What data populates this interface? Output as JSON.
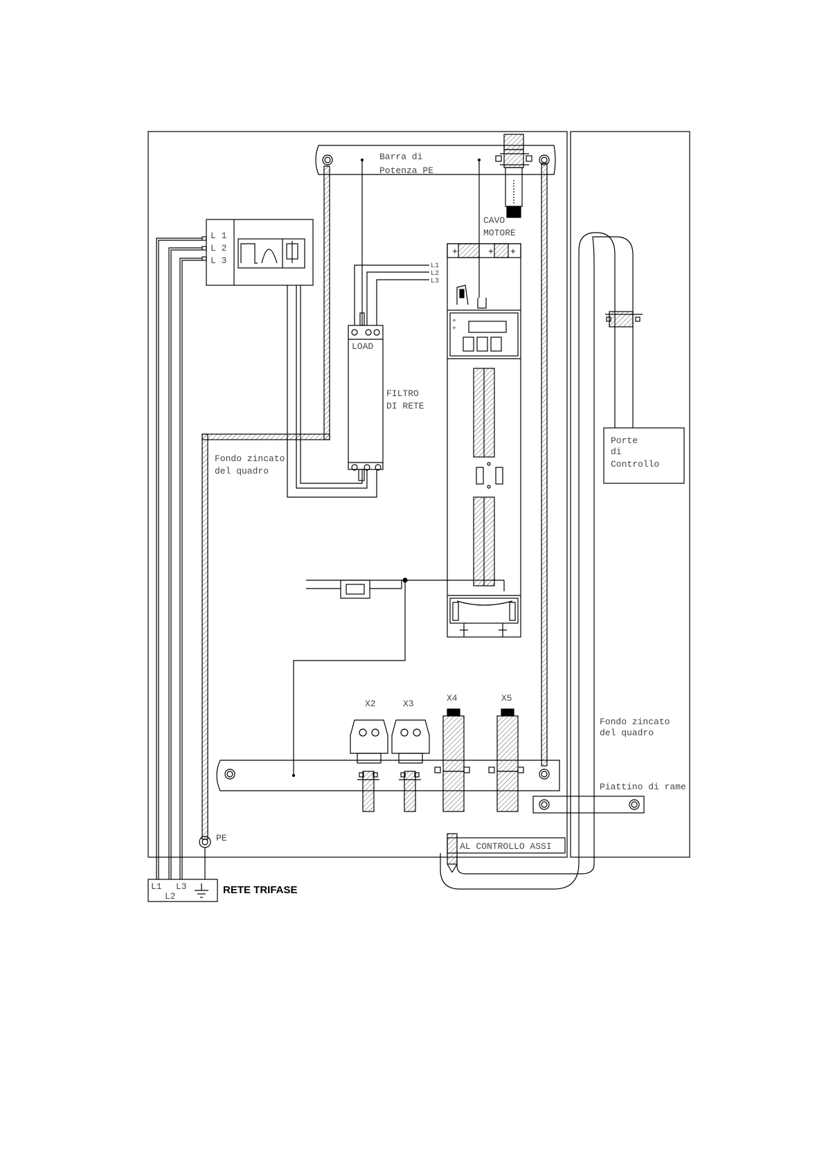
{
  "labels": {
    "barra_line1": "Barra di",
    "barra_line2": "Potenza PE",
    "cavo_line1": "CAVO",
    "cavo_line2": "MOTORE",
    "load": "LOAD",
    "filtro_line1": "FILTRO",
    "filtro_line2": "DI RETE",
    "fondo1_line1": "Fondo zincato",
    "fondo1_line2": "del quadro",
    "porte_line1": "Porte",
    "porte_line2": "di",
    "porte_line3": "Controllo",
    "fondo2_line1": "Fondo zincato",
    "fondo2_line2": "del quadro",
    "piattino": "Piattino di rame",
    "pe": "PE",
    "al_controllo": "AL CONTROLLO ASSI",
    "rete_trifase": "RETE TRIFASE",
    "x2": "X2",
    "x3": "X3",
    "x4": "X4",
    "x5": "X5",
    "sw_l1": "L 1",
    "sw_l2": "L 2",
    "sw_l3": "L 3",
    "f_l1": "L1",
    "f_l2": "L2",
    "f_l3": "L3",
    "t_l1": "L1",
    "t_l2": "L2",
    "t_l3": "L3"
  }
}
